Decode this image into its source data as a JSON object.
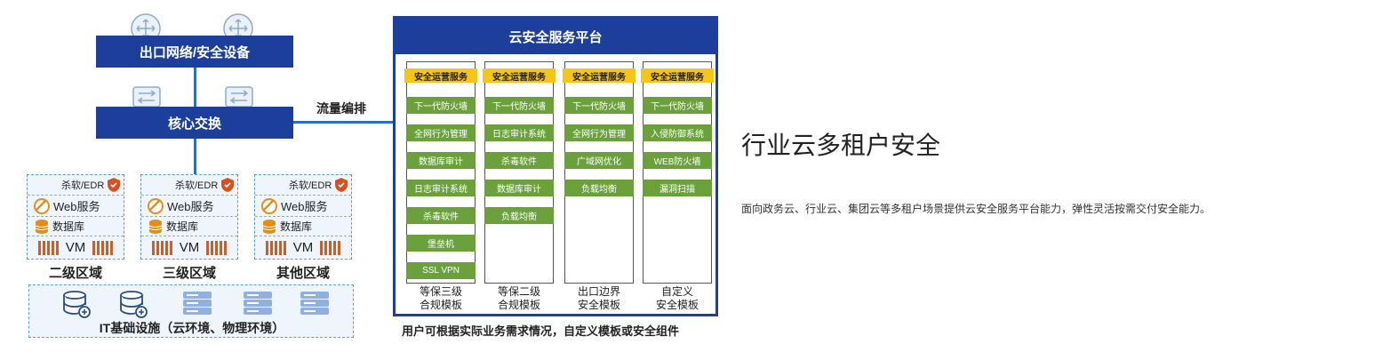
{
  "network": {
    "egress_label": "出口网络/安全设备",
    "core_label": "核心交换",
    "flow_label": "流量编排",
    "zones": [
      {
        "av_label": "杀软/EDR",
        "web_label": "Web服务",
        "db_label": "数据库",
        "vm_label": "VM",
        "name": "二级区域"
      },
      {
        "av_label": "杀软/EDR",
        "web_label": "Web服务",
        "db_label": "数据库",
        "vm_label": "VM",
        "name": "三级区域"
      },
      {
        "av_label": "杀软/EDR",
        "web_label": "Web服务",
        "db_label": "数据库",
        "vm_label": "VM",
        "name": "其他区域"
      }
    ],
    "infra_label": "IT基础设施（云环境、物理环境）"
  },
  "platform": {
    "title": "云安全服务平台",
    "columns": [
      {
        "header": "安全运营服务",
        "items": [
          "下一代防火墙",
          "全网行为管理",
          "数据库审计",
          "日志审计系统",
          "杀毒软件",
          "堡垒机",
          "SSL VPN"
        ],
        "footer_line1": "等保三级",
        "footer_line2": "合规模板"
      },
      {
        "header": "安全运营服务",
        "items": [
          "下一代防火墙",
          "日志审计系统",
          "杀毒软件",
          "数据库审计",
          "负载均衡"
        ],
        "footer_line1": "等保二级",
        "footer_line2": "合规模板"
      },
      {
        "header": "安全运营服务",
        "items": [
          "下一代防火墙",
          "全网行为管理",
          "广域网优化",
          "负载均衡"
        ],
        "footer_line1": "出口边界",
        "footer_line2": "安全模板"
      },
      {
        "header": "安全运营服务",
        "items": [
          "下一代防火墙",
          "入侵防御系统",
          "WEB防火墙",
          "漏洞扫描"
        ],
        "footer_line1": "自定义",
        "footer_line2": "安全模板"
      }
    ],
    "caption": "用户可根据实际业务需求情况，自定义模板或安全组件"
  },
  "headline": {
    "title": "行业云多租户安全",
    "description": "面向政务云、行业云、集团云等多租户场景提供云安全服务平台能力，弹性灵活按需交付安全能力。"
  },
  "colors": {
    "navy": "#1b3f9a",
    "link": "#2a6fc6",
    "gold": "#f5c518",
    "green": "#6aa13a",
    "zone_bg": "#eef5fc"
  }
}
